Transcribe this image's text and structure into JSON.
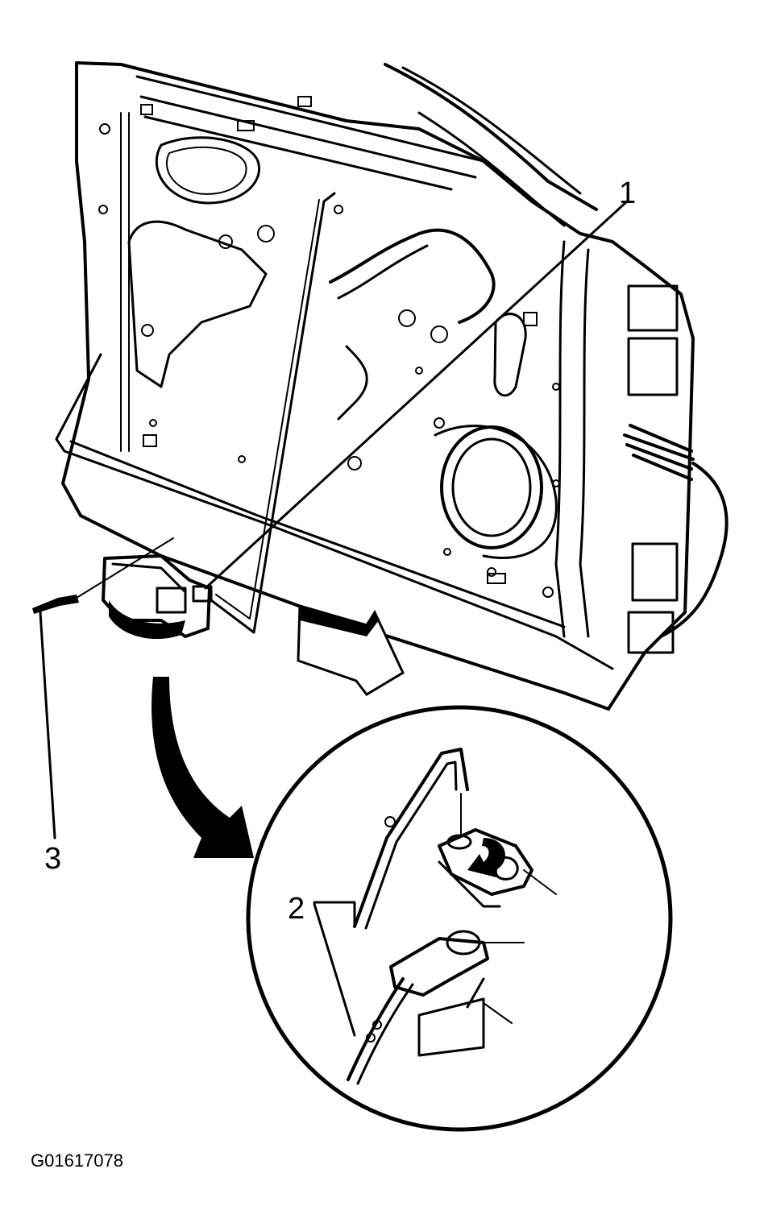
{
  "callouts": [
    {
      "id": "1",
      "label": "1"
    },
    {
      "id": "2",
      "label": "2"
    },
    {
      "id": "3",
      "label": "3"
    }
  ],
  "figure_id": "G01617078",
  "icons": [
    "door-inner-panel",
    "door-handle-assembly",
    "screw",
    "flow-arrow",
    "curved-arrow",
    "detail-magnifier-circle",
    "rod-clip",
    "rotation-arrow"
  ]
}
